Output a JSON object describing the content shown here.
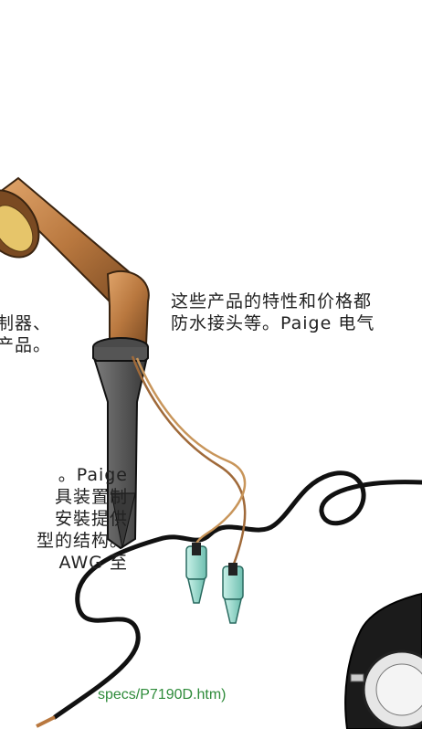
{
  "text_right": {
    "line1": "这些产品的特性和价格都",
    "line2": "防水接头等。Paige 电气"
  },
  "text_left_top": {
    "line1": "制器、",
    "line2": "产品。"
  },
  "text_left_mid": {
    "line1": "。Paige",
    "line2": "具装置制",
    "line3": "安裝提供",
    "line4": "型的结构。",
    "line5": "AWG 至"
  },
  "link_text": "specs/P7190D.htm)",
  "colors": {
    "link": "#2e8b3a",
    "copper": "#b9783f",
    "stake": "#5a5a5a",
    "connector": "#8fd6c8"
  }
}
